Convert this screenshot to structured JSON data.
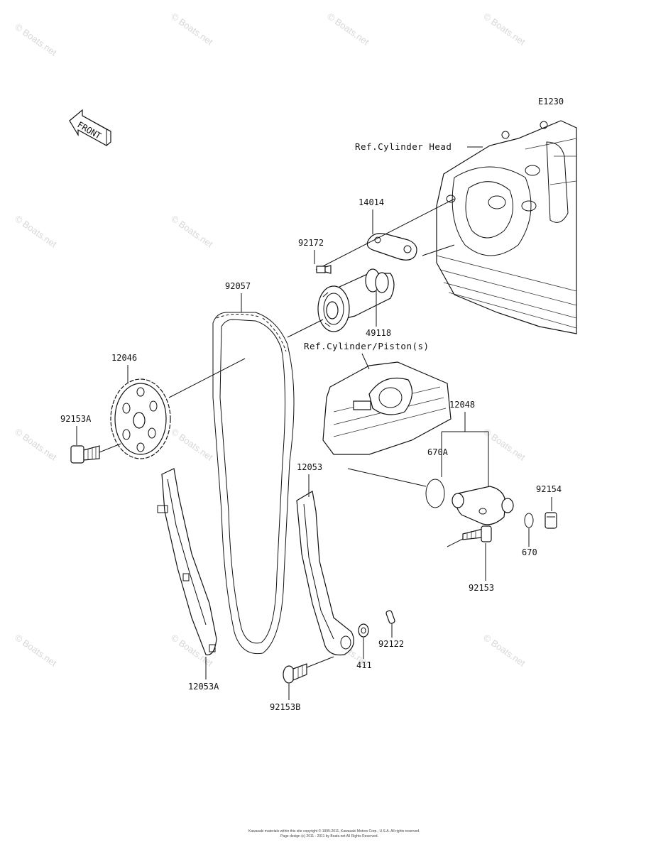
{
  "diagram_code": "E1230",
  "front_label": "FRONT",
  "references": {
    "cylinder_head": "Ref.Cylinder Head",
    "cylinder_piston": "Ref.Cylinder/Piston(s)"
  },
  "parts": {
    "p14014": "14014",
    "p92172": "92172",
    "p92057": "92057",
    "p49118": "49118",
    "p12046": "12046",
    "p92153A": "92153A",
    "p12048": "12048",
    "p670A": "670A",
    "p12053": "12053",
    "p92154": "92154",
    "p670": "670",
    "p92153": "92153",
    "p92122": "92122",
    "p411": "411",
    "p12053A": "12053A",
    "p92153B": "92153B"
  },
  "watermark": "© Boats.net",
  "footer": {
    "line1": "Kawasaki materials within this site copyright © 1995-2011, Kawasaki Motors Corp., U.S.A. All rights reserved.",
    "line2": "Page design (c) 2011 - 2011 by Boats.net All Rights Reserved."
  }
}
